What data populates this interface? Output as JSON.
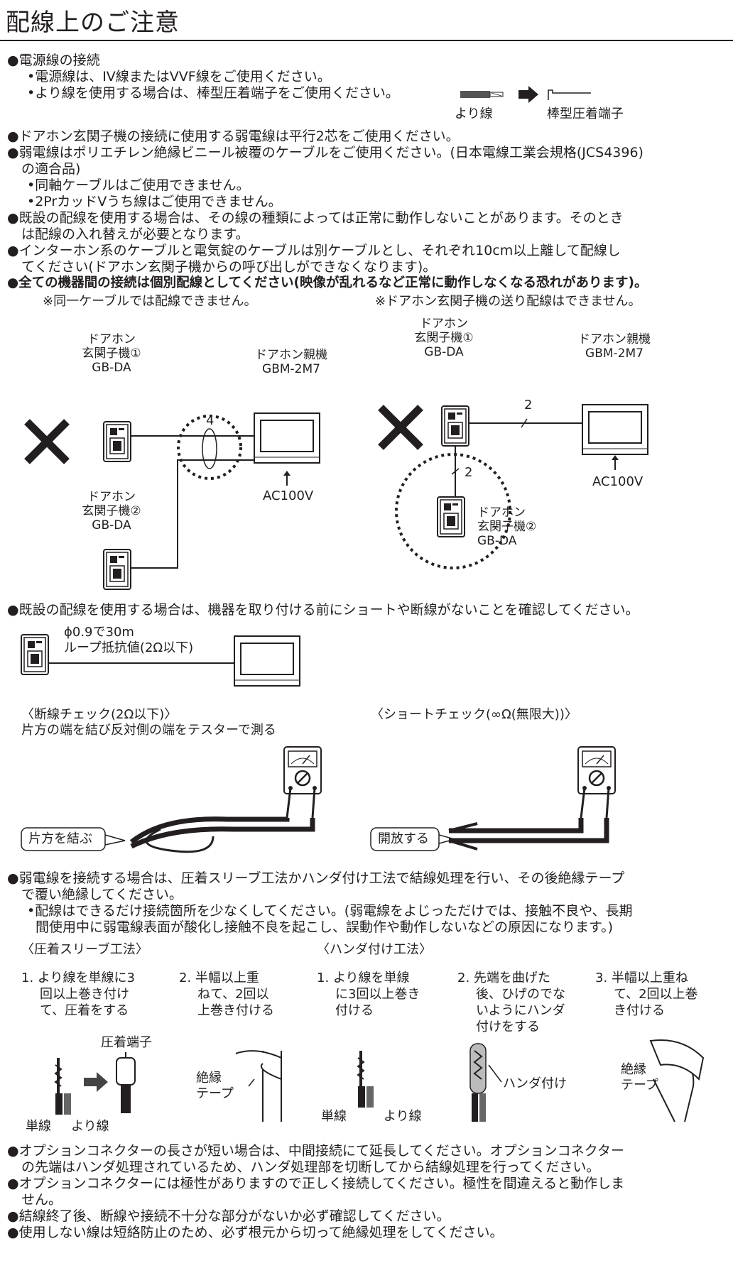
{
  "title": "配線上のご注意",
  "power": {
    "heading": "●電源線の接続",
    "sub1": "•電源線は、IV線またはVVF線をご使用ください。",
    "sub2": "•より線を使用する場合は、棒型圧着端子をご使用ください。",
    "label_yorisen": "より線",
    "label_terminal": "棒型圧着端子"
  },
  "notes": {
    "n1": "●ドアホン玄関子機の接続に使用する弱電線は平行2芯をご使用ください。",
    "n2a": "●弱電線はポリエチレン絶縁ビニール被覆のケーブルをご使用ください。(日本電線工業会規格(JCS4396)",
    "n2b": "の適合品)",
    "n2s1": "•同軸ケーブルはご使用できません。",
    "n2s2": "•2PrカッドVうち線はご使用できません。",
    "n3a": "●既設の配線を使用する場合は、その線の種類によっては正常に動作しないことがあります。そのとき",
    "n3b": "は配線の入れ替えが必要となります。",
    "n4a": "●インターホン系のケーブルと電気錠のケーブルは別ケーブルとし、それぞれ10cm以上離して配線し",
    "n4b": "てください(ドアホン玄関子機からの呼び出しができなくなります)。",
    "n5": "●全ての機器間の接続は個別配線としてください(映像が乱れるなど正常に動作しなくなる恐れがあります)。",
    "n5s1": "※同一ケーブルでは配線できません。",
    "n5s2": "※ドアホン玄関子機の送り配線はできません。"
  },
  "diagramA": {
    "door1": [
      "ドアホン",
      "玄関子機①",
      "GB-DA"
    ],
    "master": [
      "ドアホン親機",
      "GBM-2M7"
    ],
    "door2": [
      "ドアホン",
      "玄関子機②",
      "GB-DA"
    ],
    "wires": "4",
    "ac": "AC100V"
  },
  "diagramB": {
    "door1": [
      "ドアホン",
      "玄関子機①",
      "GB-DA"
    ],
    "master": [
      "ドアホン親機",
      "GBM-2M7"
    ],
    "door2": [
      "ドアホン",
      "玄関子機②",
      "GB-DA"
    ],
    "wires_top": "2",
    "wires_side": "2",
    "ac": "AC100V"
  },
  "check": {
    "n6": "●既設の配線を使用する場合は、機器を取り付ける前にショートや断線がないことを確認してください。",
    "spec1": "ϕ0.9で30m",
    "spec2": "ループ抵抗値(2Ω以下)",
    "open_title": "〈断線チェック(2Ω以下)〉",
    "open_desc": "片方の端を結び反対側の端をテスターで測る",
    "short_title": "〈ショートチェック(∞Ω(無限大))〉",
    "callout_tie": "片方を結ぶ",
    "callout_open": "開放する"
  },
  "splice": {
    "n7a": "●弱電線を接続する場合は、圧着スリーブ工法かハンダ付け工法で結線処理を行い、その後絶縁テープ",
    "n7b": "で覆い絶縁してください。",
    "n7s1": "•配線はできるだけ接続箇所を少なくしてください。(弱電線をよじっただけでは、接触不良や、長期",
    "n7s2": "間使用中に弱電線表面が酸化し接触不良を起こし、誤動作や動作しないなどの原因になります。)",
    "crimp_title": "〈圧着スリーブ工法〉",
    "solder_title": "〈ハンダ付け工法〉",
    "c1": [
      "1. より線を単線に3",
      "回以上巻き付け",
      "て、圧着をする"
    ],
    "c2": [
      "2. 半幅以上重",
      "ねて、2回以",
      "上巻き付ける"
    ],
    "s1": [
      "1. より線を単線",
      "に3回以上巻き",
      "付ける"
    ],
    "s2": [
      "2. 先端を曲げた",
      "後、ひげのでな",
      "いようにハンダ",
      "付けをする"
    ],
    "s3": [
      "3. 半幅以上重ね",
      "て、2回以上巻",
      "き付ける"
    ],
    "crimp_terminal": "圧着端子",
    "tape1": [
      "絶縁",
      "テープ"
    ],
    "tape2": [
      "絶縁",
      "テープ"
    ],
    "single1": "単線",
    "strand1": "より線",
    "single2": "単線",
    "strand2": "より線",
    "solder_label": "ハンダ付け"
  },
  "final": {
    "n8a": "●オプションコネクターの長さが短い場合は、中間接続にて延長してください。オプションコネクター",
    "n8b": "の先端はハンダ処理されているため、ハンダ処理部を切断してから結線処理を行ってください。",
    "n9a": "●オプションコネクターには極性がありますので正しく接続してください。極性を間違えると動作しま",
    "n9b": "せん。",
    "n10": "●結線終了後、断線や接続不十分な部分がないか必ず確認してください。",
    "n11": "●使用しない線は短絡防止のため、必ず根元から切って絶縁処理をしてください。"
  }
}
